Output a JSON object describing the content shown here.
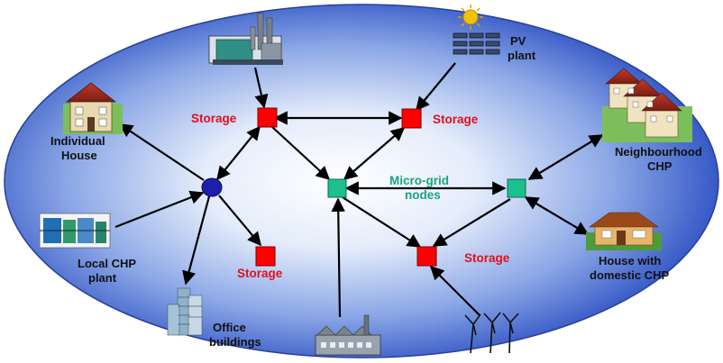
{
  "labels": {
    "pv_line1": "PV",
    "pv_line2": "plant",
    "individual_line1": "Individual",
    "individual_line2": "House",
    "local_chp_line1": "Local CHP",
    "local_chp_line2": "plant",
    "office_line1": "Office",
    "office_line2": "buildings",
    "neighbourhood_line1": "Neighbourhood",
    "neighbourhood_line2": "CHP",
    "house_chp_line1": "House with",
    "house_chp_line2": "domestic CHP",
    "microgrid_line1": "Micro-grid",
    "microgrid_line2": "nodes",
    "storage_top_left": "Storage",
    "storage_top_right": "Storage",
    "storage_mid_left": "Storage",
    "storage_bottom_right": "Storage"
  },
  "colors": {
    "storage_fill": "#ff0000",
    "microgrid_node_fill": "#1cc08c",
    "central_hub_fill": "#1e1eaa",
    "ellipse_center": "#ffffff",
    "ellipse_edge": "#2147b8",
    "storage_text": "#e0101e",
    "microgrid_text": "#1aa383"
  }
}
